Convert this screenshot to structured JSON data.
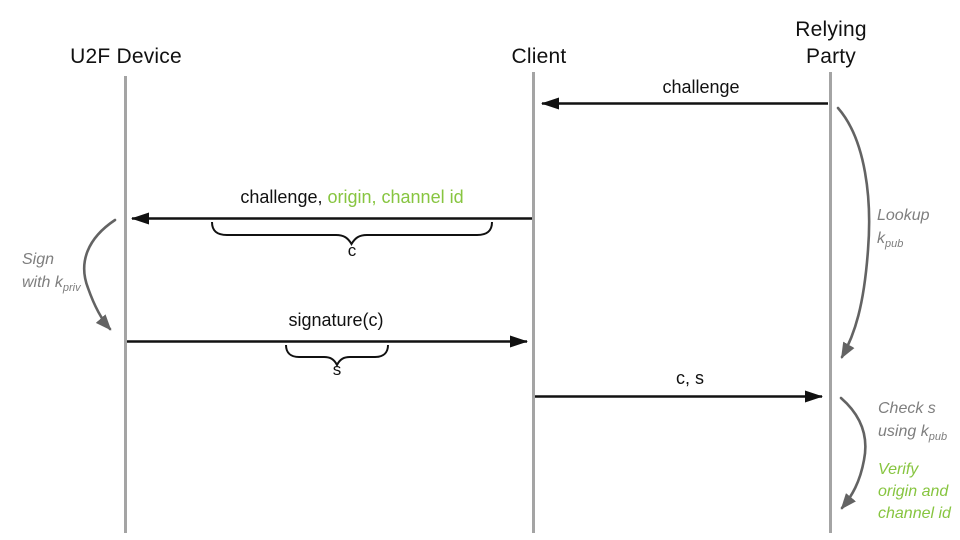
{
  "participants": {
    "u2f_device": "U2F Device",
    "client": "Client",
    "relying_party_line1": "Relying",
    "relying_party_line2": "Party"
  },
  "messages": {
    "challenge": "challenge",
    "to_device_part_black": "challenge,",
    "to_device_part_green": "origin, channel id",
    "to_device_brace_label": "c",
    "signature": "signature(c)",
    "signature_brace_label": "s",
    "to_relying_party": "c, s"
  },
  "annotations": {
    "sign": {
      "line1": "Sign",
      "line2": "with k",
      "line2_sub": "priv"
    },
    "lookup": {
      "line1": "Lookup",
      "line2": "k",
      "line2_sub": "pub"
    },
    "check": {
      "line1": "Check s",
      "line2": "using k",
      "line2_sub": "pub"
    },
    "verify": {
      "line1": "Verify",
      "line2": "origin and",
      "line3": "channel id"
    }
  },
  "colors": {
    "message_black": "#111111",
    "lifeline_gray": "#a4a4a4",
    "arc_gray": "#636363",
    "annotation_gray": "#7e7e7e",
    "highlight_green": "#87c540"
  }
}
